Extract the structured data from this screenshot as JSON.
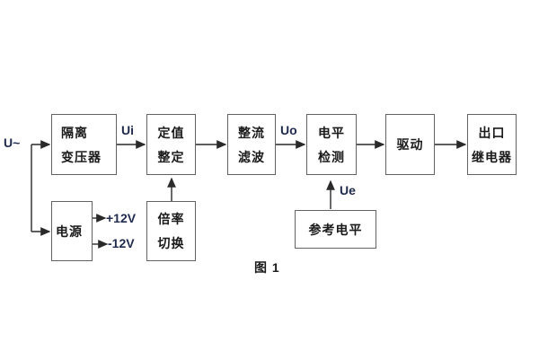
{
  "figure": {
    "caption": "图 1"
  },
  "colors": {
    "bg": "#ffffff",
    "box-border": "#636363",
    "ink": "#1a1a1a",
    "line": "#2a2a2a",
    "label-ink": "#1f2a4d"
  },
  "diagram": {
    "source_label": "U~",
    "blocks": {
      "isolation_transformer": {
        "line1": "隔离",
        "line2": "变压器"
      },
      "setting_adjust": {
        "line1": "定值",
        "line2": "整定"
      },
      "rectifier_filter": {
        "line1": "整流",
        "line2": "滤波"
      },
      "level_detection": {
        "line1": "电平",
        "line2": "检测"
      },
      "drive": {
        "line1": "驱动"
      },
      "output_relay": {
        "line1": "出口",
        "line2": "继电器"
      },
      "power_supply": {
        "line1": "电源"
      },
      "ratio_switch": {
        "line1": "倍率",
        "line2": "切换"
      },
      "reference_level": {
        "line1": "参考电平"
      }
    },
    "signals": {
      "ui": "Ui",
      "uo": "Uo",
      "ue": "Ue",
      "plus12": "+12V",
      "minus12": "-12V"
    }
  }
}
